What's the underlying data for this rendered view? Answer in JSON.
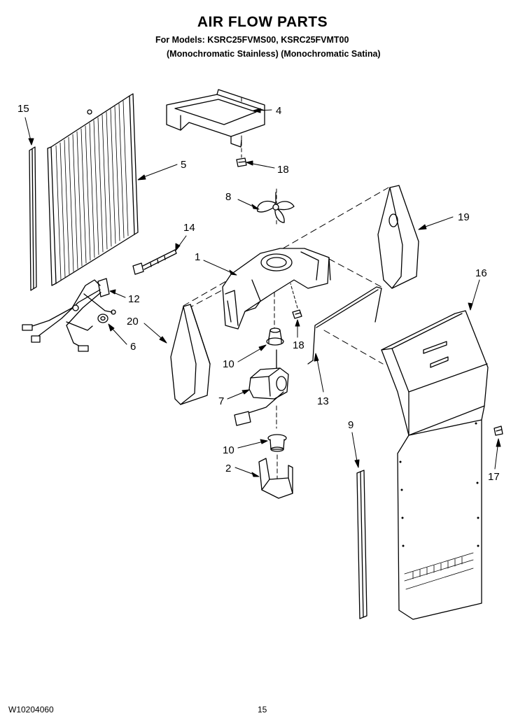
{
  "header": {
    "title": "AIR FLOW PARTS",
    "models_line": "For Models: KSRC25FVMS00, KSRC25FVMT00",
    "variants_line": "(Monochromatic Stainless) (Monochromatic Satina)"
  },
  "footer": {
    "doc_number": "W10204060",
    "page_number": "15"
  },
  "callouts": {
    "c1": "1",
    "c2": "2",
    "c4": "4",
    "c5": "5",
    "c6": "6",
    "c7": "7",
    "c8": "8",
    "c9": "9",
    "c10a": "10",
    "c10b": "10",
    "c12": "12",
    "c13": "13",
    "c14": "14",
    "c15": "15",
    "c16": "16",
    "c17": "17",
    "c18a": "18",
    "c18b": "18",
    "c19": "19",
    "c20": "20"
  }
}
